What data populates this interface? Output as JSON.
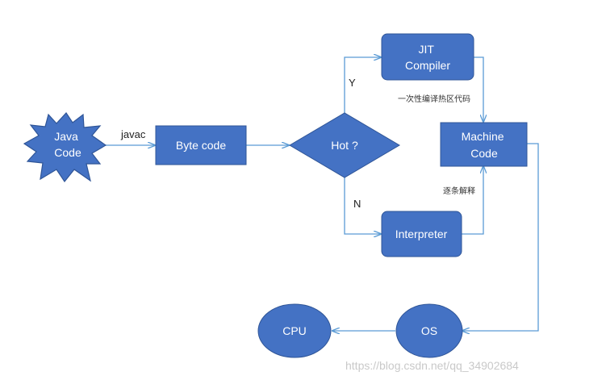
{
  "nodes": {
    "java_code": "Java\nCode",
    "byte_code": "Byte code",
    "hot": "Hot ?",
    "jit_compiler": "JIT\nCompiler",
    "interpreter": "Interpreter",
    "machine_code": "Machine\nCode",
    "os": "OS",
    "cpu": "CPU"
  },
  "edges": {
    "javac": "javac",
    "yes": "Y",
    "no": "N",
    "compile_hot": "一次性编译热区代码",
    "interpret_line": "逐条解释"
  },
  "watermark": "https://blog.csdn.net/qq_34902684",
  "colors": {
    "node_fill": "#4472C4",
    "node_stroke": "#2F5597",
    "arrow": "#5B9BD5"
  }
}
